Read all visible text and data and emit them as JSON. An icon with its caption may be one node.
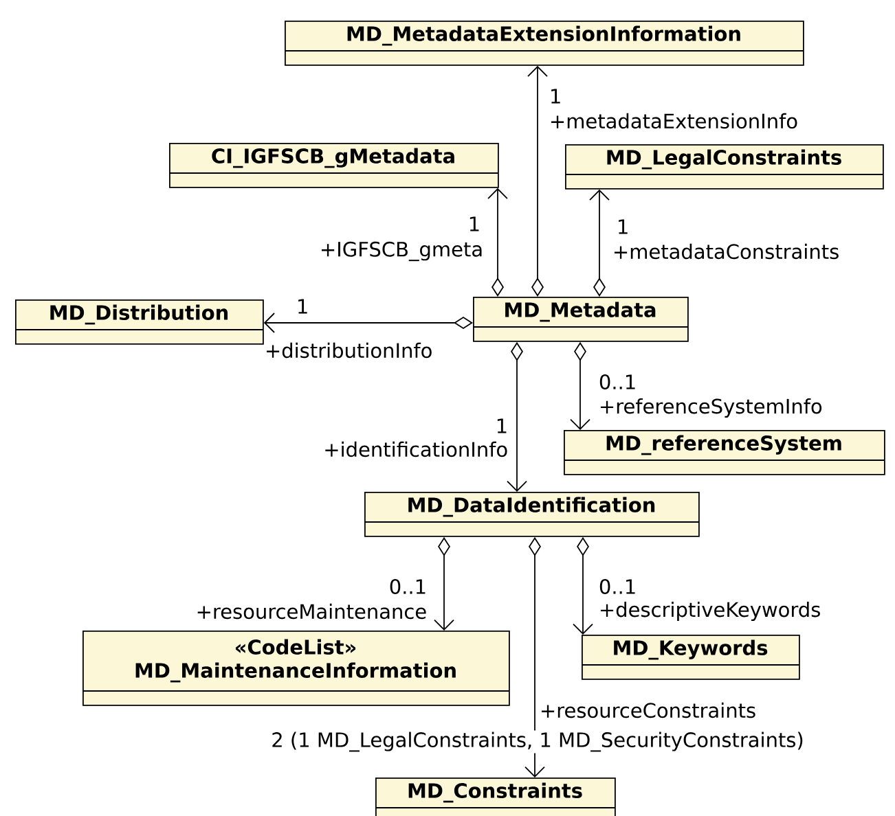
{
  "diagram": {
    "nodes": [
      {
        "text": [
          "MD_MetadataExtensionInformation"
        ]
      },
      {
        "text": [
          "CI_IGFSCB_gMetadata"
        ]
      },
      {
        "text": [
          "MD_LegalConstraints"
        ]
      },
      {
        "text": [
          "MD_Distribution"
        ]
      },
      {
        "text": [
          "MD_Metadata"
        ]
      },
      {
        "text": [
          "MD_referenceSystem"
        ]
      },
      {
        "text": [
          "MD_DataIdentification"
        ]
      },
      {
        "text": [
          "«CodeList»",
          "MD_MaintenanceInformation"
        ]
      },
      {
        "text": [
          "MD_Keywords"
        ]
      },
      {
        "text": [
          "MD_Constraints"
        ]
      }
    ],
    "edges": [
      {
        "from": 4,
        "to": 0,
        "arrow": "to",
        "label": "+metadataExtensionInfo"
      },
      {
        "from": 4,
        "to": 1,
        "arrow": "to",
        "label": "+IGFSCB_gmeta"
      },
      {
        "from": 4,
        "to": 2,
        "arrow": "to",
        "label": "+metadataConstraints"
      },
      {
        "from": 4,
        "to": 3,
        "arrow": "to",
        "label": "+distributionInfo"
      },
      {
        "from": 4,
        "to": 5,
        "arrow": "to",
        "label": "+referenceSystemInfo"
      },
      {
        "from": 4,
        "to": 6,
        "arrow": "to",
        "label": "+identificationInfo"
      },
      {
        "from": 6,
        "to": 7,
        "arrow": "to",
        "label": "+resourceMaintenance"
      },
      {
        "from": 6,
        "to": 9,
        "arrow": "to",
        "label": "+resourceConstraints"
      },
      {
        "from": 6,
        "to": 8,
        "arrow": "to",
        "label": "+descriptiveKeywords"
      }
    ],
    "labels": [
      "1",
      "1",
      "1",
      "1",
      "0..1",
      "1",
      "0..1",
      "0..1",
      "2 (1 MD_LegalConstraints, 1 MD_SecurityConstraints)"
    ]
  }
}
